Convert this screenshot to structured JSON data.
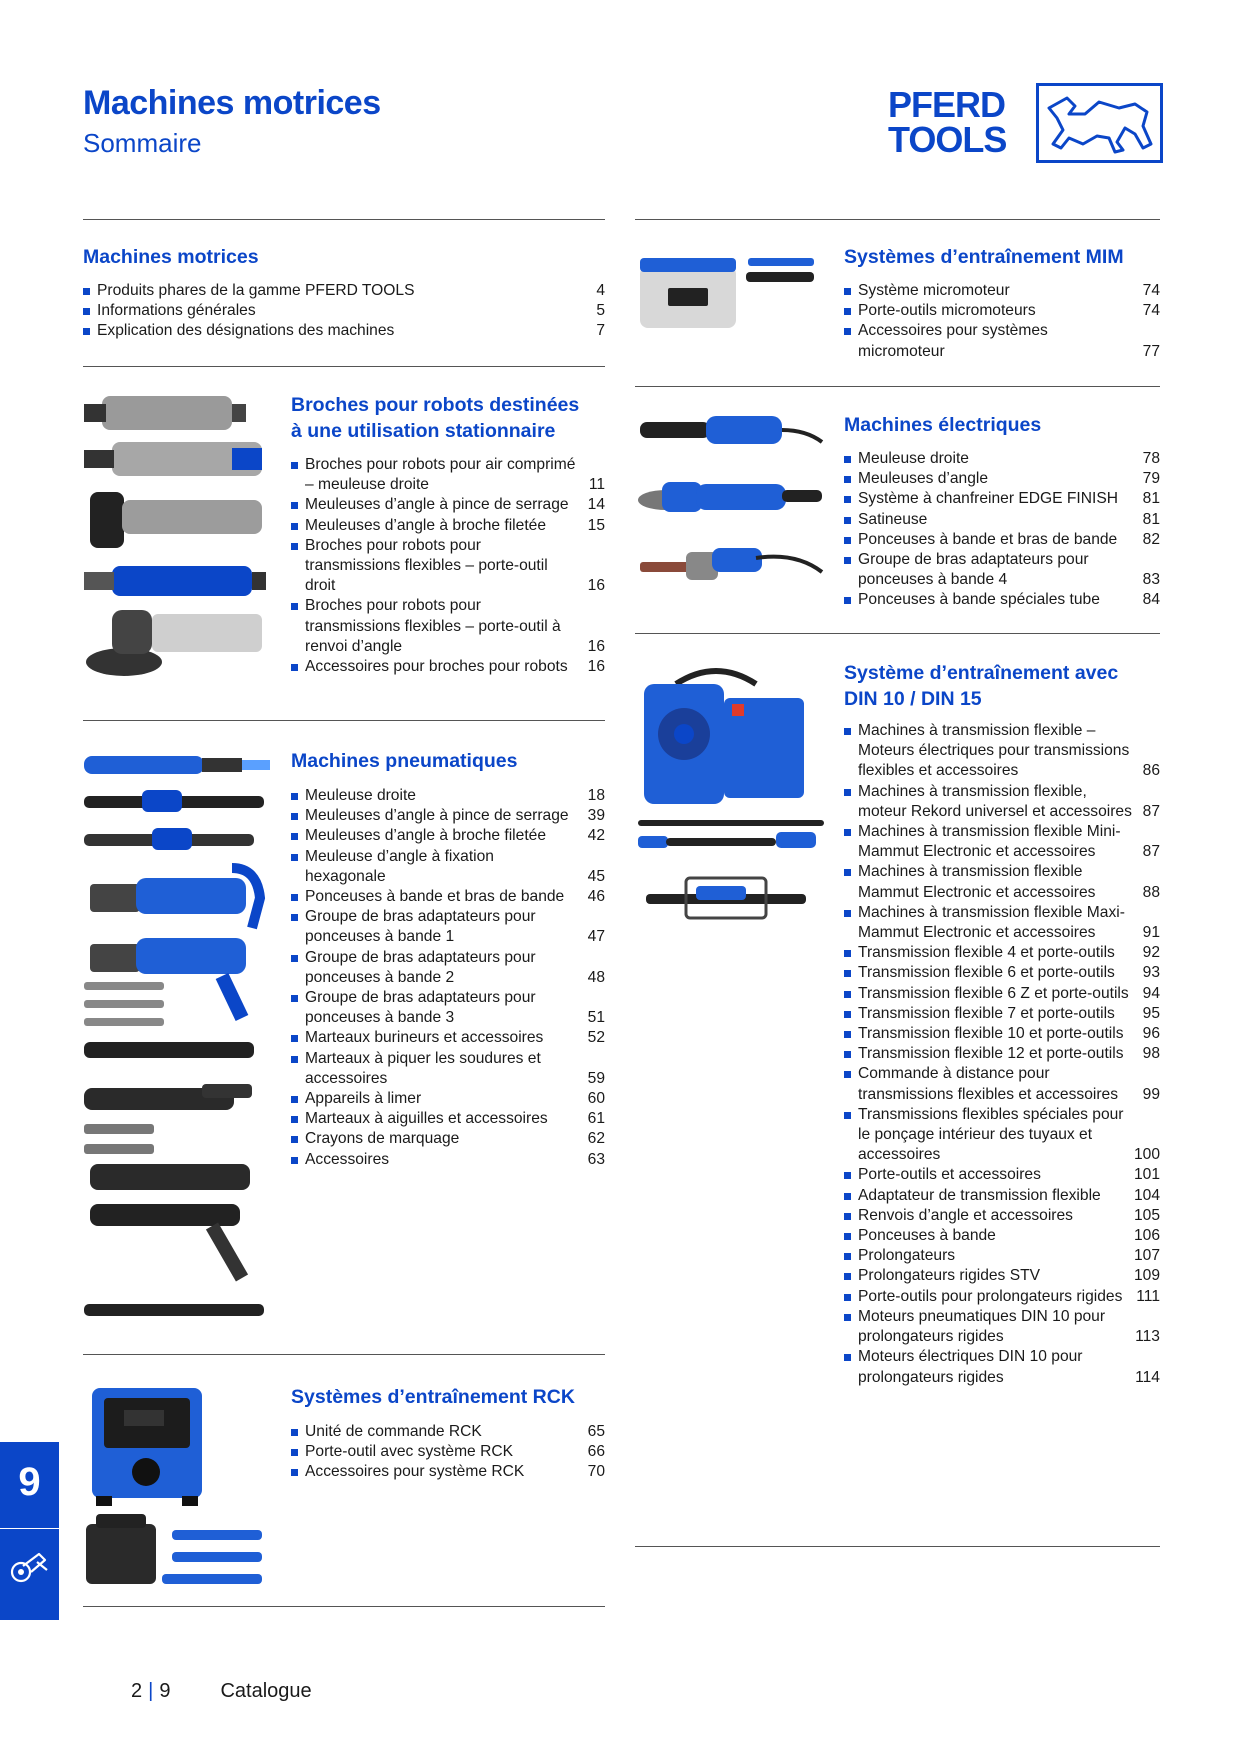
{
  "header": {
    "title": "Machines motrices",
    "subtitle": "Sommaire"
  },
  "logo": {
    "line1": "PFERD",
    "line2": "TOOLS"
  },
  "sections": {
    "machines_motrices": {
      "title": "Machines motrices",
      "items": [
        {
          "text": "Produits phares de la gamme PFERD TOOLS",
          "page": "4"
        },
        {
          "text": "Informations générales",
          "page": "5"
        },
        {
          "text": "Explication des désignations des machines",
          "page": "7"
        }
      ]
    },
    "broches": {
      "title_line1": "Broches pour robots destinées",
      "title_line2": "à une utilisation stationnaire",
      "items": [
        {
          "text": "Broches pour robots pour air comprimé – meuleuse droite",
          "page": "11"
        },
        {
          "text": "Meuleuses d’angle à pince de serrage",
          "page": "14"
        },
        {
          "text": "Meuleuses d’angle à broche filetée",
          "page": "15"
        },
        {
          "text": "Broches pour robots pour transmissions flexibles – porte-outil droit",
          "page": "16"
        },
        {
          "text": "Broches pour robots pour transmissions flexibles – porte-outil à renvoi d’angle",
          "page": "16"
        },
        {
          "text": "Accessoires pour broches pour robots",
          "page": "16"
        }
      ]
    },
    "pneumatiques": {
      "title": "Machines pneumatiques",
      "items": [
        {
          "text": "Meuleuse droite",
          "page": "18"
        },
        {
          "text": "Meuleuses d’angle à pince de serrage",
          "page": "39"
        },
        {
          "text": "Meuleuses d’angle à broche filetée",
          "page": "42"
        },
        {
          "text": "Meuleuse d’angle à fixation hexagonale",
          "page": "45"
        },
        {
          "text": "Ponceuses à bande et bras de bande",
          "page": "46"
        },
        {
          "text": "Groupe de bras adaptateurs pour ponceuses à bande 1",
          "page": "47"
        },
        {
          "text": "Groupe de bras adaptateurs pour ponceuses à bande 2",
          "page": "48"
        },
        {
          "text": "Groupe de bras adaptateurs pour ponceuses à bande 3",
          "page": "51"
        },
        {
          "text": "Marteaux burineurs et accessoires",
          "page": "52"
        },
        {
          "text": "Marteaux à piquer les soudures et accessoires",
          "page": "59"
        },
        {
          "text": "Appareils à limer",
          "page": "60"
        },
        {
          "text": "Marteaux à aiguilles et accessoires",
          "page": "61"
        },
        {
          "text": "Crayons de marquage",
          "page": "62"
        },
        {
          "text": "Accessoires",
          "page": "63"
        }
      ]
    },
    "rck": {
      "title": "Systèmes d’entraînement RCK",
      "items": [
        {
          "text": "Unité de commande RCK",
          "page": "65"
        },
        {
          "text": "Porte-outil avec système RCK",
          "page": "66"
        },
        {
          "text": "Accessoires pour système RCK",
          "page": "70"
        }
      ]
    },
    "mim": {
      "title": "Systèmes d’entraînement MIM",
      "items": [
        {
          "text": "Système micromoteur",
          "page": "74"
        },
        {
          "text": "Porte-outils micromoteurs",
          "page": "74"
        },
        {
          "text": "Accessoires pour systèmes micromoteur",
          "page": "77"
        }
      ]
    },
    "electriques": {
      "title": "Machines électriques",
      "items": [
        {
          "text": "Meuleuse droite",
          "page": "78"
        },
        {
          "text": "Meuleuses d’angle",
          "page": "79"
        },
        {
          "text": "Système à chanfreiner EDGE FINISH",
          "page": "81"
        },
        {
          "text": "Satineuse",
          "page": "81"
        },
        {
          "text": "Ponceuses à bande et bras de bande",
          "page": "82"
        },
        {
          "text": "Groupe de bras adaptateurs pour ponceuses à bande 4",
          "page": "83"
        },
        {
          "text": "Ponceuses à bande spéciales tube",
          "page": "84"
        }
      ]
    },
    "din": {
      "title_line1": "Système d’entraînement avec",
      "title_line2": "DIN 10 / DIN 15",
      "items": [
        {
          "text": "Machines à transmission flexible – Moteurs électriques pour transmissions flexibles et accessoires",
          "page": "86"
        },
        {
          "text": "Machines à transmission flexible, moteur Rekord universel et accessoires",
          "page": "87"
        },
        {
          "text": "Machines à transmission flexible Mini-Mammut Electronic et accessoires",
          "page": "87"
        },
        {
          "text": "Machines à transmission flexible Mammut Electronic et accessoires",
          "page": "88"
        },
        {
          "text": "Machines à transmission flexible Maxi-Mammut Electronic et accessoires",
          "page": "91"
        },
        {
          "text": "Transmission flexible 4 et porte-outils",
          "page": "92"
        },
        {
          "text": "Transmission flexible 6 et porte-outils",
          "page": "93"
        },
        {
          "text": "Transmission flexible 6 Z et porte-outils",
          "page": "94"
        },
        {
          "text": "Transmission flexible 7 et porte-outils",
          "page": "95"
        },
        {
          "text": "Transmission flexible 10 et porte-outils",
          "page": "96"
        },
        {
          "text": "Transmission flexible 12 et porte-outils",
          "page": "98"
        },
        {
          "text": "Commande à distance pour transmissions flexibles et accessoires",
          "page": "99"
        },
        {
          "text": "Transmissions flexibles spéciales pour le ponçage intérieur des tuyaux et accessoires",
          "page": "100"
        },
        {
          "text": "Porte-outils et accessoires",
          "page": "101"
        },
        {
          "text": "Adaptateur de transmission flexible",
          "page": "104"
        },
        {
          "text": "Renvois d’angle et accessoires",
          "page": "105"
        },
        {
          "text": "Ponceuses à bande",
          "page": "106"
        },
        {
          "text": "Prolongateurs",
          "page": "107"
        },
        {
          "text": "Prolongateurs rigides STV",
          "page": "109"
        },
        {
          "text": "Porte-outils pour prolongateurs rigides",
          "page": "111"
        },
        {
          "text": "Moteurs pneumatiques DIN 10 pour prolongateurs rigides",
          "page": "113"
        },
        {
          "text": "Moteurs électriques DIN 10 pour prolongateurs rigides",
          "page": "114"
        }
      ]
    }
  },
  "side_tab": {
    "number": "9",
    "icon": "angle-grinder-icon"
  },
  "footer": {
    "page_left": "2",
    "page_right": "9",
    "label": "Catalogue"
  },
  "colors": {
    "brand_blue": "#0b46c8"
  }
}
